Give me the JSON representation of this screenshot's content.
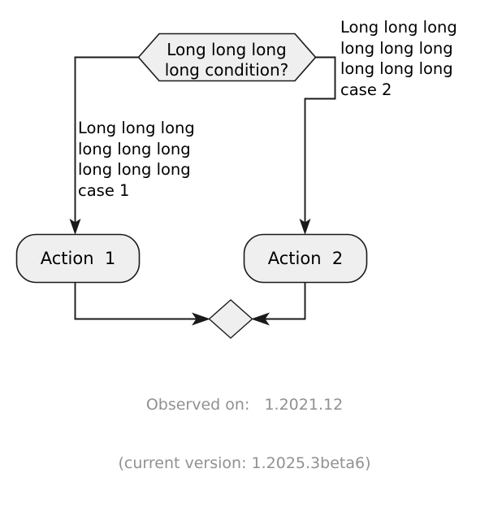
{
  "diagram": {
    "type": "flowchart",
    "condition_node": {
      "shape": "hexagon",
      "line1": "Long long long",
      "line2": "long condition?"
    },
    "actions": [
      {
        "id": "action-1",
        "label": "Action  1",
        "shape": "rounded-rectangle"
      },
      {
        "id": "action-2",
        "label": "Action  2",
        "shape": "rounded-rectangle"
      }
    ],
    "edge_labels": {
      "case_1": "Long long long\nlong long long\nlong long long\ncase 1",
      "case_2": "Long long long\nlong long long\nlong long long\ncase 2"
    },
    "merge_node": {
      "shape": "diamond",
      "label": ""
    },
    "colors": {
      "node_fill": "#efefef",
      "node_stroke": "#1a1a1a",
      "edge_stroke": "#1a1a1a",
      "text": "#000000",
      "footer_text": "#919191",
      "background": "#ffffff"
    }
  },
  "footer": {
    "observed_line": "Observed on:   1.2021.12",
    "version_line": "(current version: 1.2025.3beta6)"
  }
}
